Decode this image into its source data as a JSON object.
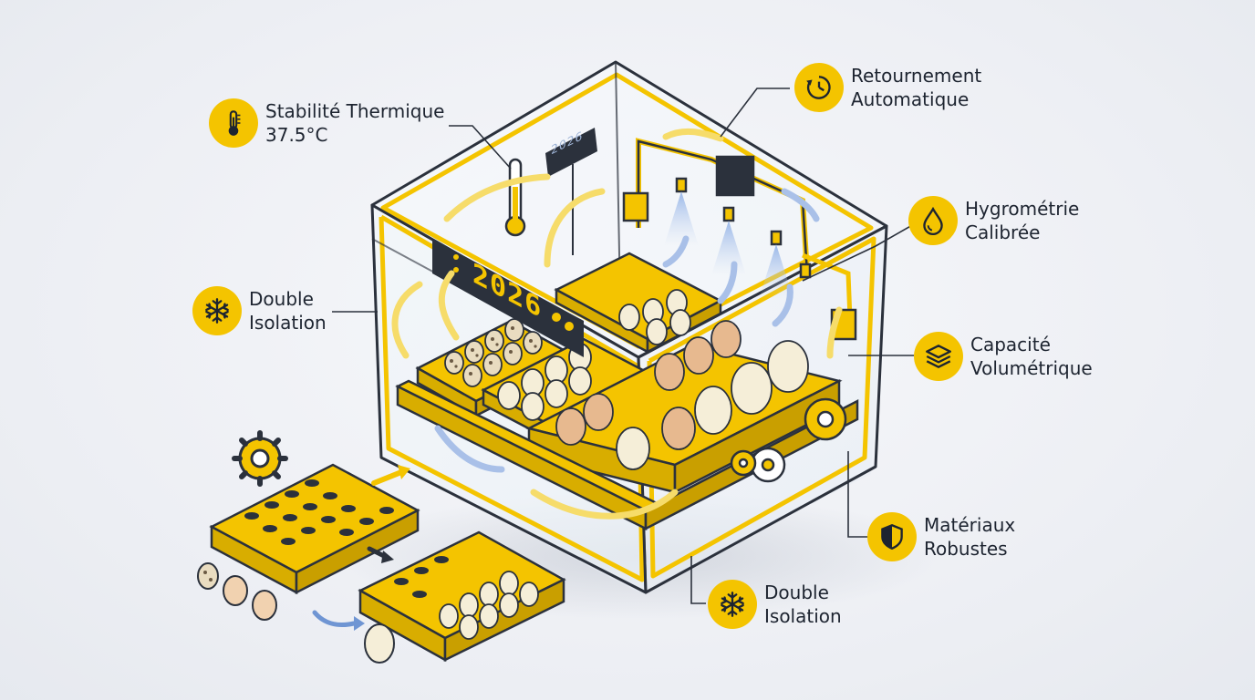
{
  "callouts": {
    "thermal": {
      "line1": "Stabilité Thermique",
      "line2": "37.5°C",
      "icon": "thermometer-icon"
    },
    "turning": {
      "line1": "Retournement",
      "line2": "Automatique",
      "icon": "clock-icon"
    },
    "humidity": {
      "line1": "Hygrométrie",
      "line2": "Calibrée",
      "icon": "water-drop-icon"
    },
    "insulation_left": {
      "line1": "Double",
      "line2": "Isolation",
      "icon": "snowflake-icon"
    },
    "capacity": {
      "line1": "Capacité",
      "line2": "Volumétrique",
      "icon": "layers-icon"
    },
    "materials": {
      "line1": "Matériaux",
      "line2": "Robustes",
      "icon": "shield-icon"
    },
    "insulation_bottom": {
      "line1": "Double",
      "line2": "Isolation",
      "icon": "snowflake-icon"
    }
  },
  "displays": {
    "top_display": "2026",
    "front_panel": "2026"
  },
  "colors": {
    "accent_yellow": "#f4c400",
    "outline_dark": "#2b313c",
    "airflow_blue": "#6f95d3",
    "egg_white": "#f5eed8",
    "egg_brown": "#e7b98f"
  }
}
